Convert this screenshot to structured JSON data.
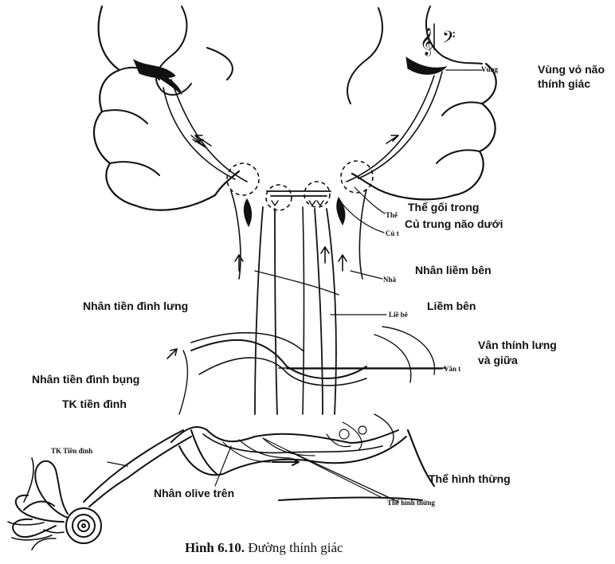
{
  "labels": {
    "auditory_cortex": "Vùng vỏ não",
    "auditory_cortex_2": "thính giác",
    "medial_geniculate": "Thể gối trong",
    "inferior_colliculus": "Củ trung não dưới",
    "lateral_lemniscus_nucleus": "Nhân liềm bên",
    "dorsal_vestibular_nucleus": "Nhân tiền đình lưng",
    "lateral_lemniscus": "Liềm bên",
    "dorsal_intermediate_striae": "Vân thính lưng",
    "dorsal_intermediate_striae_2": "và giữa",
    "ventral_vestibular_nucleus": "Nhân tiền đình bụng",
    "vestibular_nerve": "TK tiền đình",
    "trapezoid_body": "Thể hình thừng",
    "superior_olive": "Nhân olive trên"
  },
  "small_labels": {
    "vung": "Vùng",
    "the": "Thể",
    "cu": "Củ t",
    "nha": "Nhâ",
    "lie": "Liề bê",
    "van": "Vân t",
    "tk": "TK Tiền đình",
    "the_hinh": "Thể hình thừng"
  },
  "caption": {
    "number": "Hình 6.10.",
    "text": "Đường thính giác"
  },
  "icons": [
    "treble-clef-icon",
    "bass-clef-icon"
  ]
}
